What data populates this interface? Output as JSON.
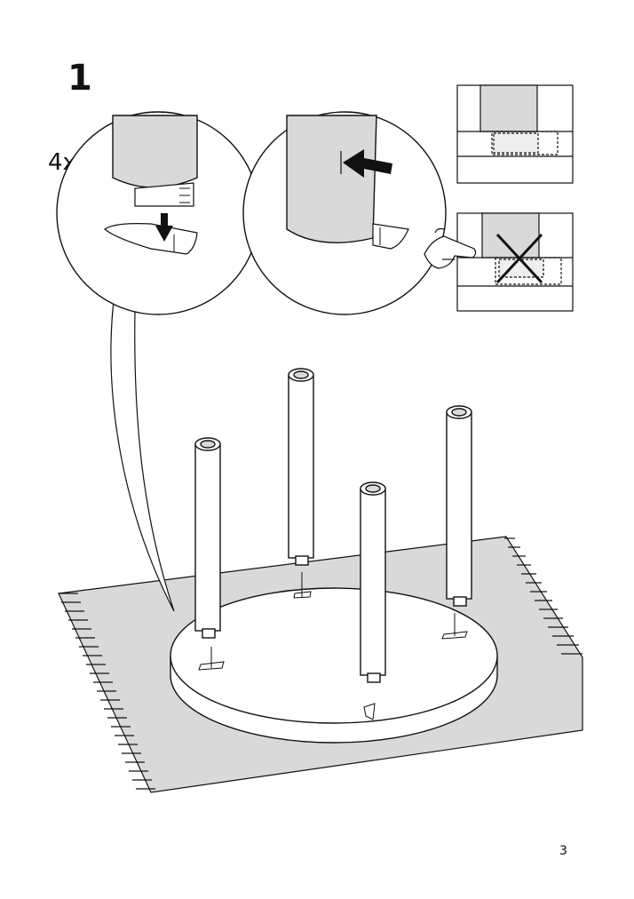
{
  "step": {
    "number": "1",
    "quantity": "4x"
  },
  "page": {
    "number": "3"
  },
  "colors": {
    "line": "#111111",
    "fill_gray": "#d9d9d9",
    "paper": "#ffffff"
  },
  "icons": [
    "arrow-down-icon",
    "arrow-left-icon",
    "pointing-hand-icon",
    "cross-mark-icon"
  ]
}
